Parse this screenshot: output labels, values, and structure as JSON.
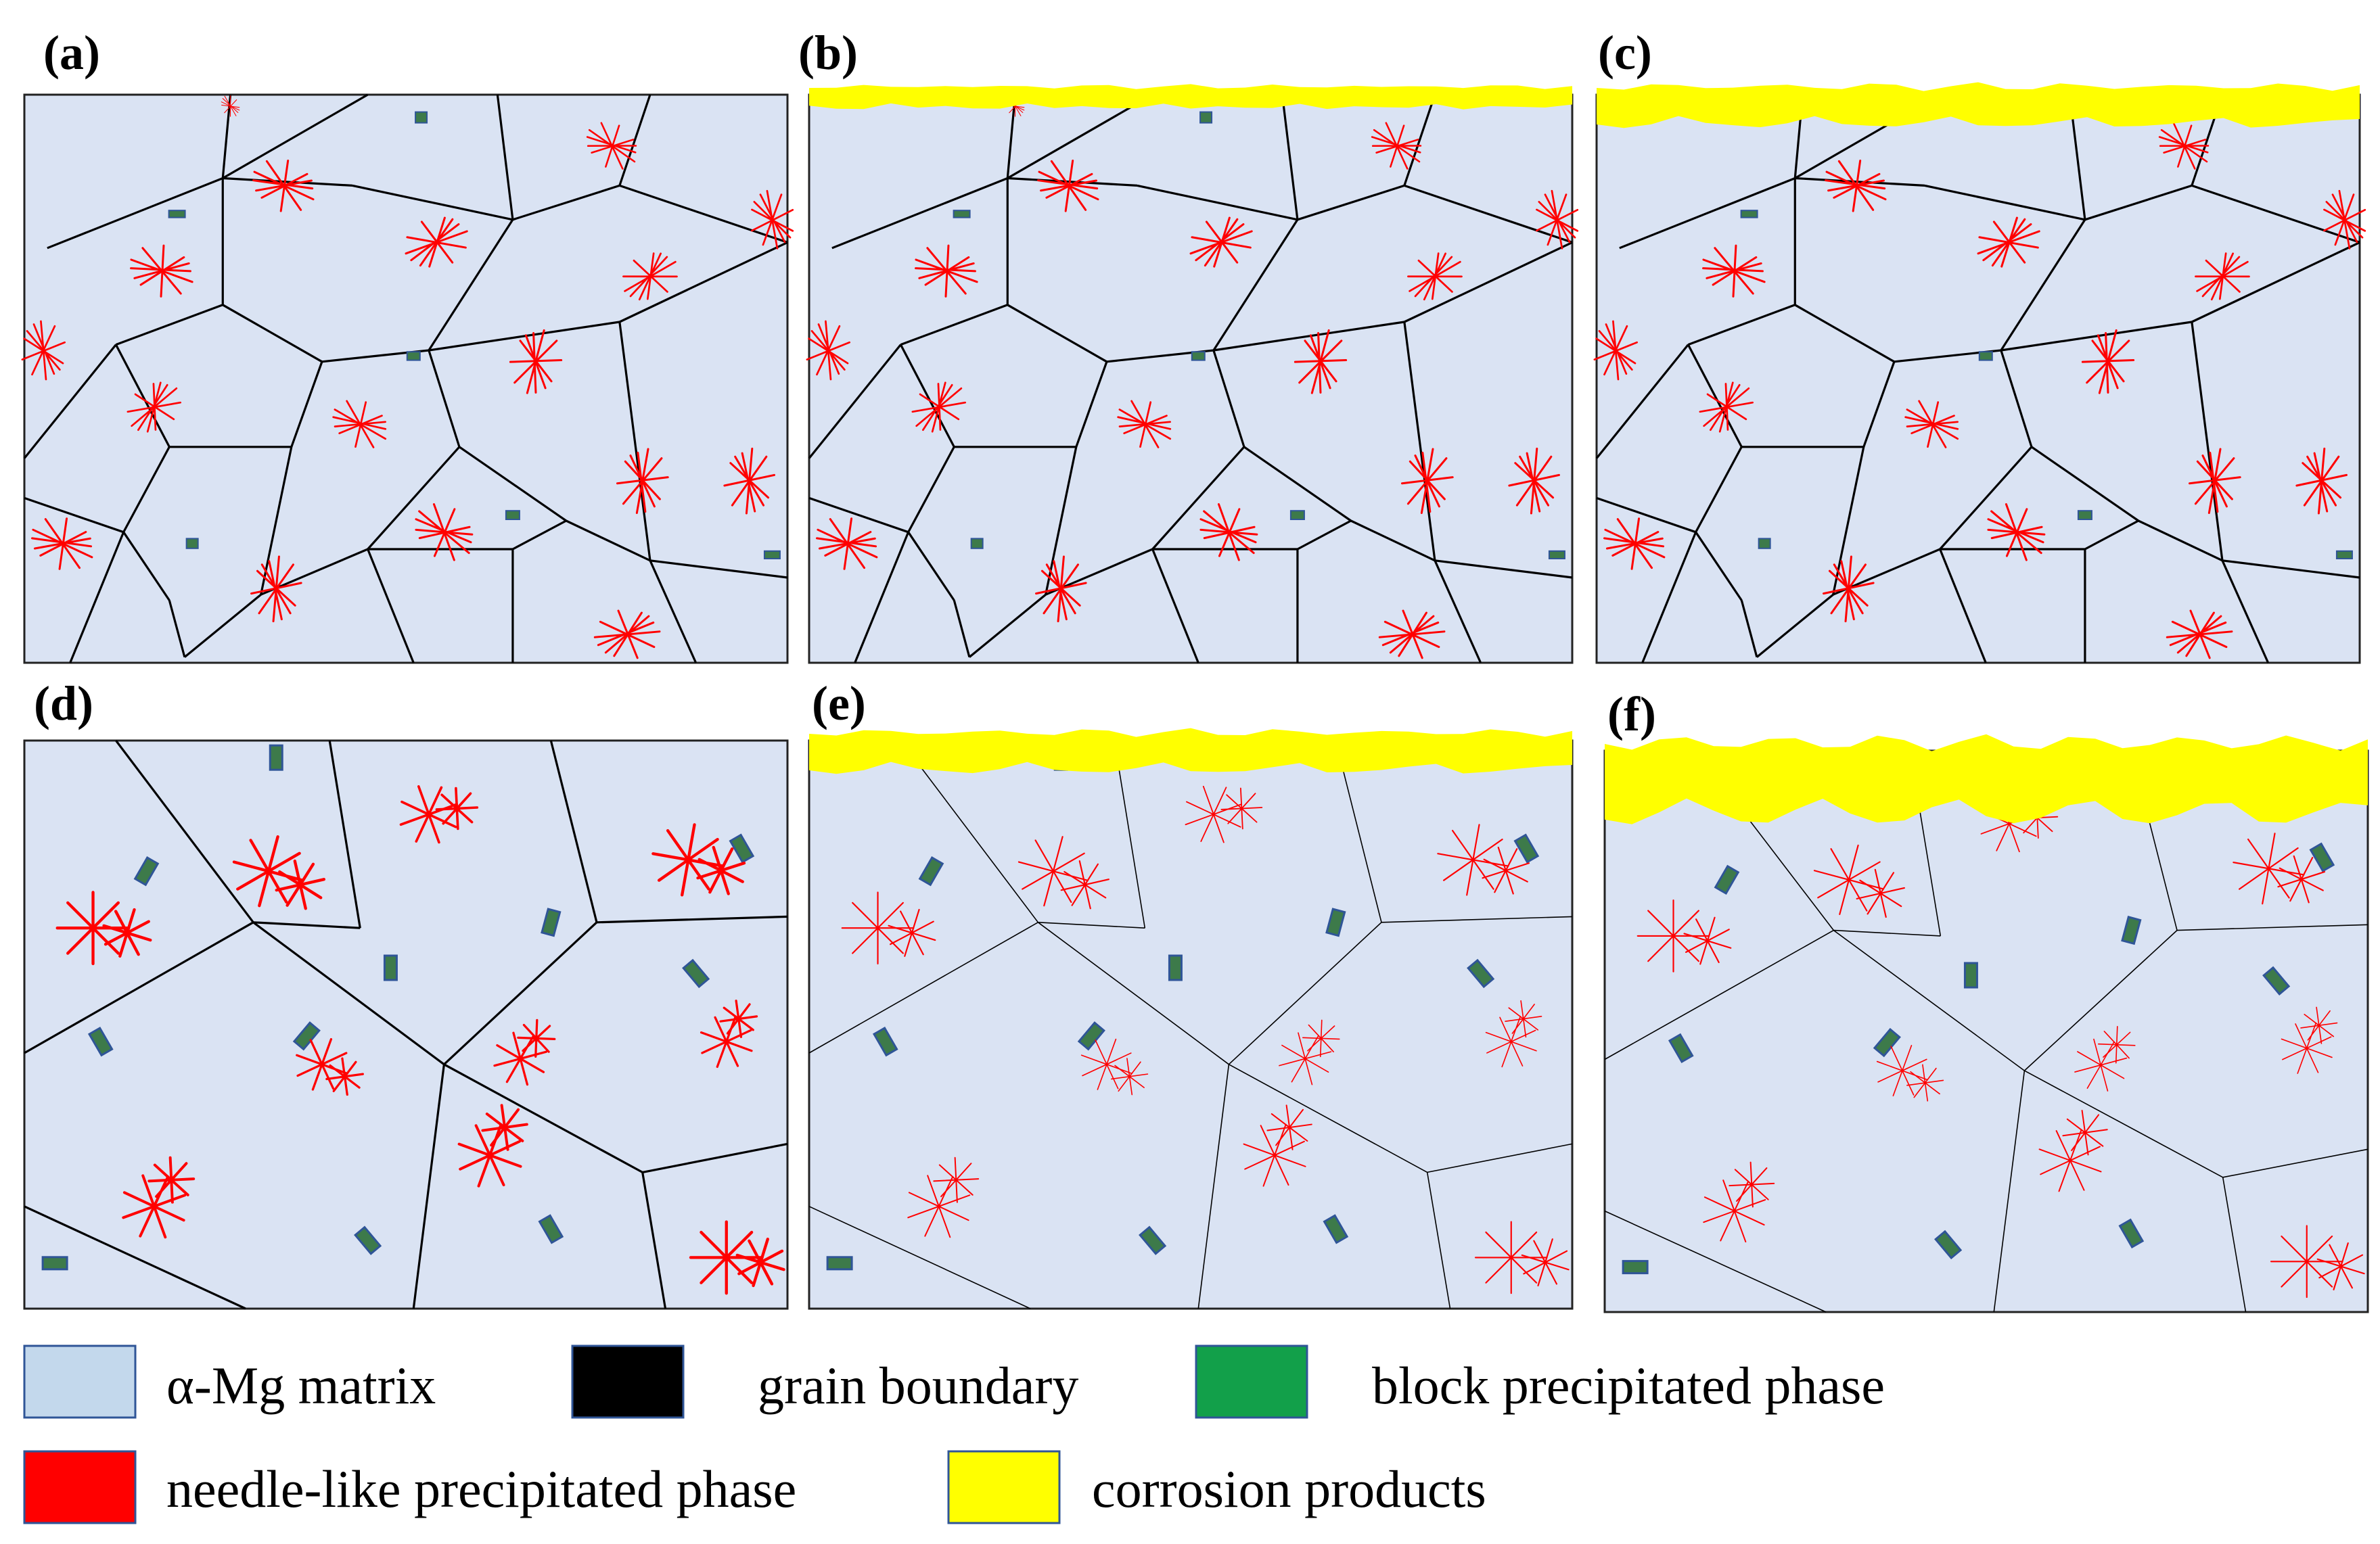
{
  "panels": [
    {
      "id": "a",
      "label": "(a)",
      "corrosion": "none",
      "microstructure": "fine"
    },
    {
      "id": "b",
      "label": "(b)",
      "corrosion": "thin",
      "microstructure": "fine"
    },
    {
      "id": "c",
      "label": "(c)",
      "corrosion": "medium",
      "microstructure": "fine"
    },
    {
      "id": "d",
      "label": "(d)",
      "corrosion": "none",
      "microstructure": "coarse"
    },
    {
      "id": "e",
      "label": "(e)",
      "corrosion": "medium",
      "microstructure": "coarse"
    },
    {
      "id": "f",
      "label": "(f)",
      "corrosion": "thick",
      "microstructure": "coarse"
    }
  ],
  "legend": [
    {
      "key": "matrix",
      "label": "α-Mg matrix",
      "color": "#c3d8ec"
    },
    {
      "key": "boundary",
      "label": "grain boundary",
      "color": "#000000"
    },
    {
      "key": "block",
      "label": "block precipitated phase",
      "color": "#12a04a"
    },
    {
      "key": "needle",
      "label": "needle-like precipitated phase",
      "color": "#ff0000"
    },
    {
      "key": "corrosion",
      "label": "corrosion products",
      "color": "#ffff00"
    }
  ],
  "colors": {
    "panel_fill": "#dae3f3",
    "boundary": "#000000",
    "needle": "#ff0000",
    "block_fill": "#3d7a4a",
    "block_stroke": "#2f5597",
    "corrosion": "#ffff00"
  },
  "icons": [
    "needle-precipitate-icon",
    "block-precipitate-icon"
  ]
}
